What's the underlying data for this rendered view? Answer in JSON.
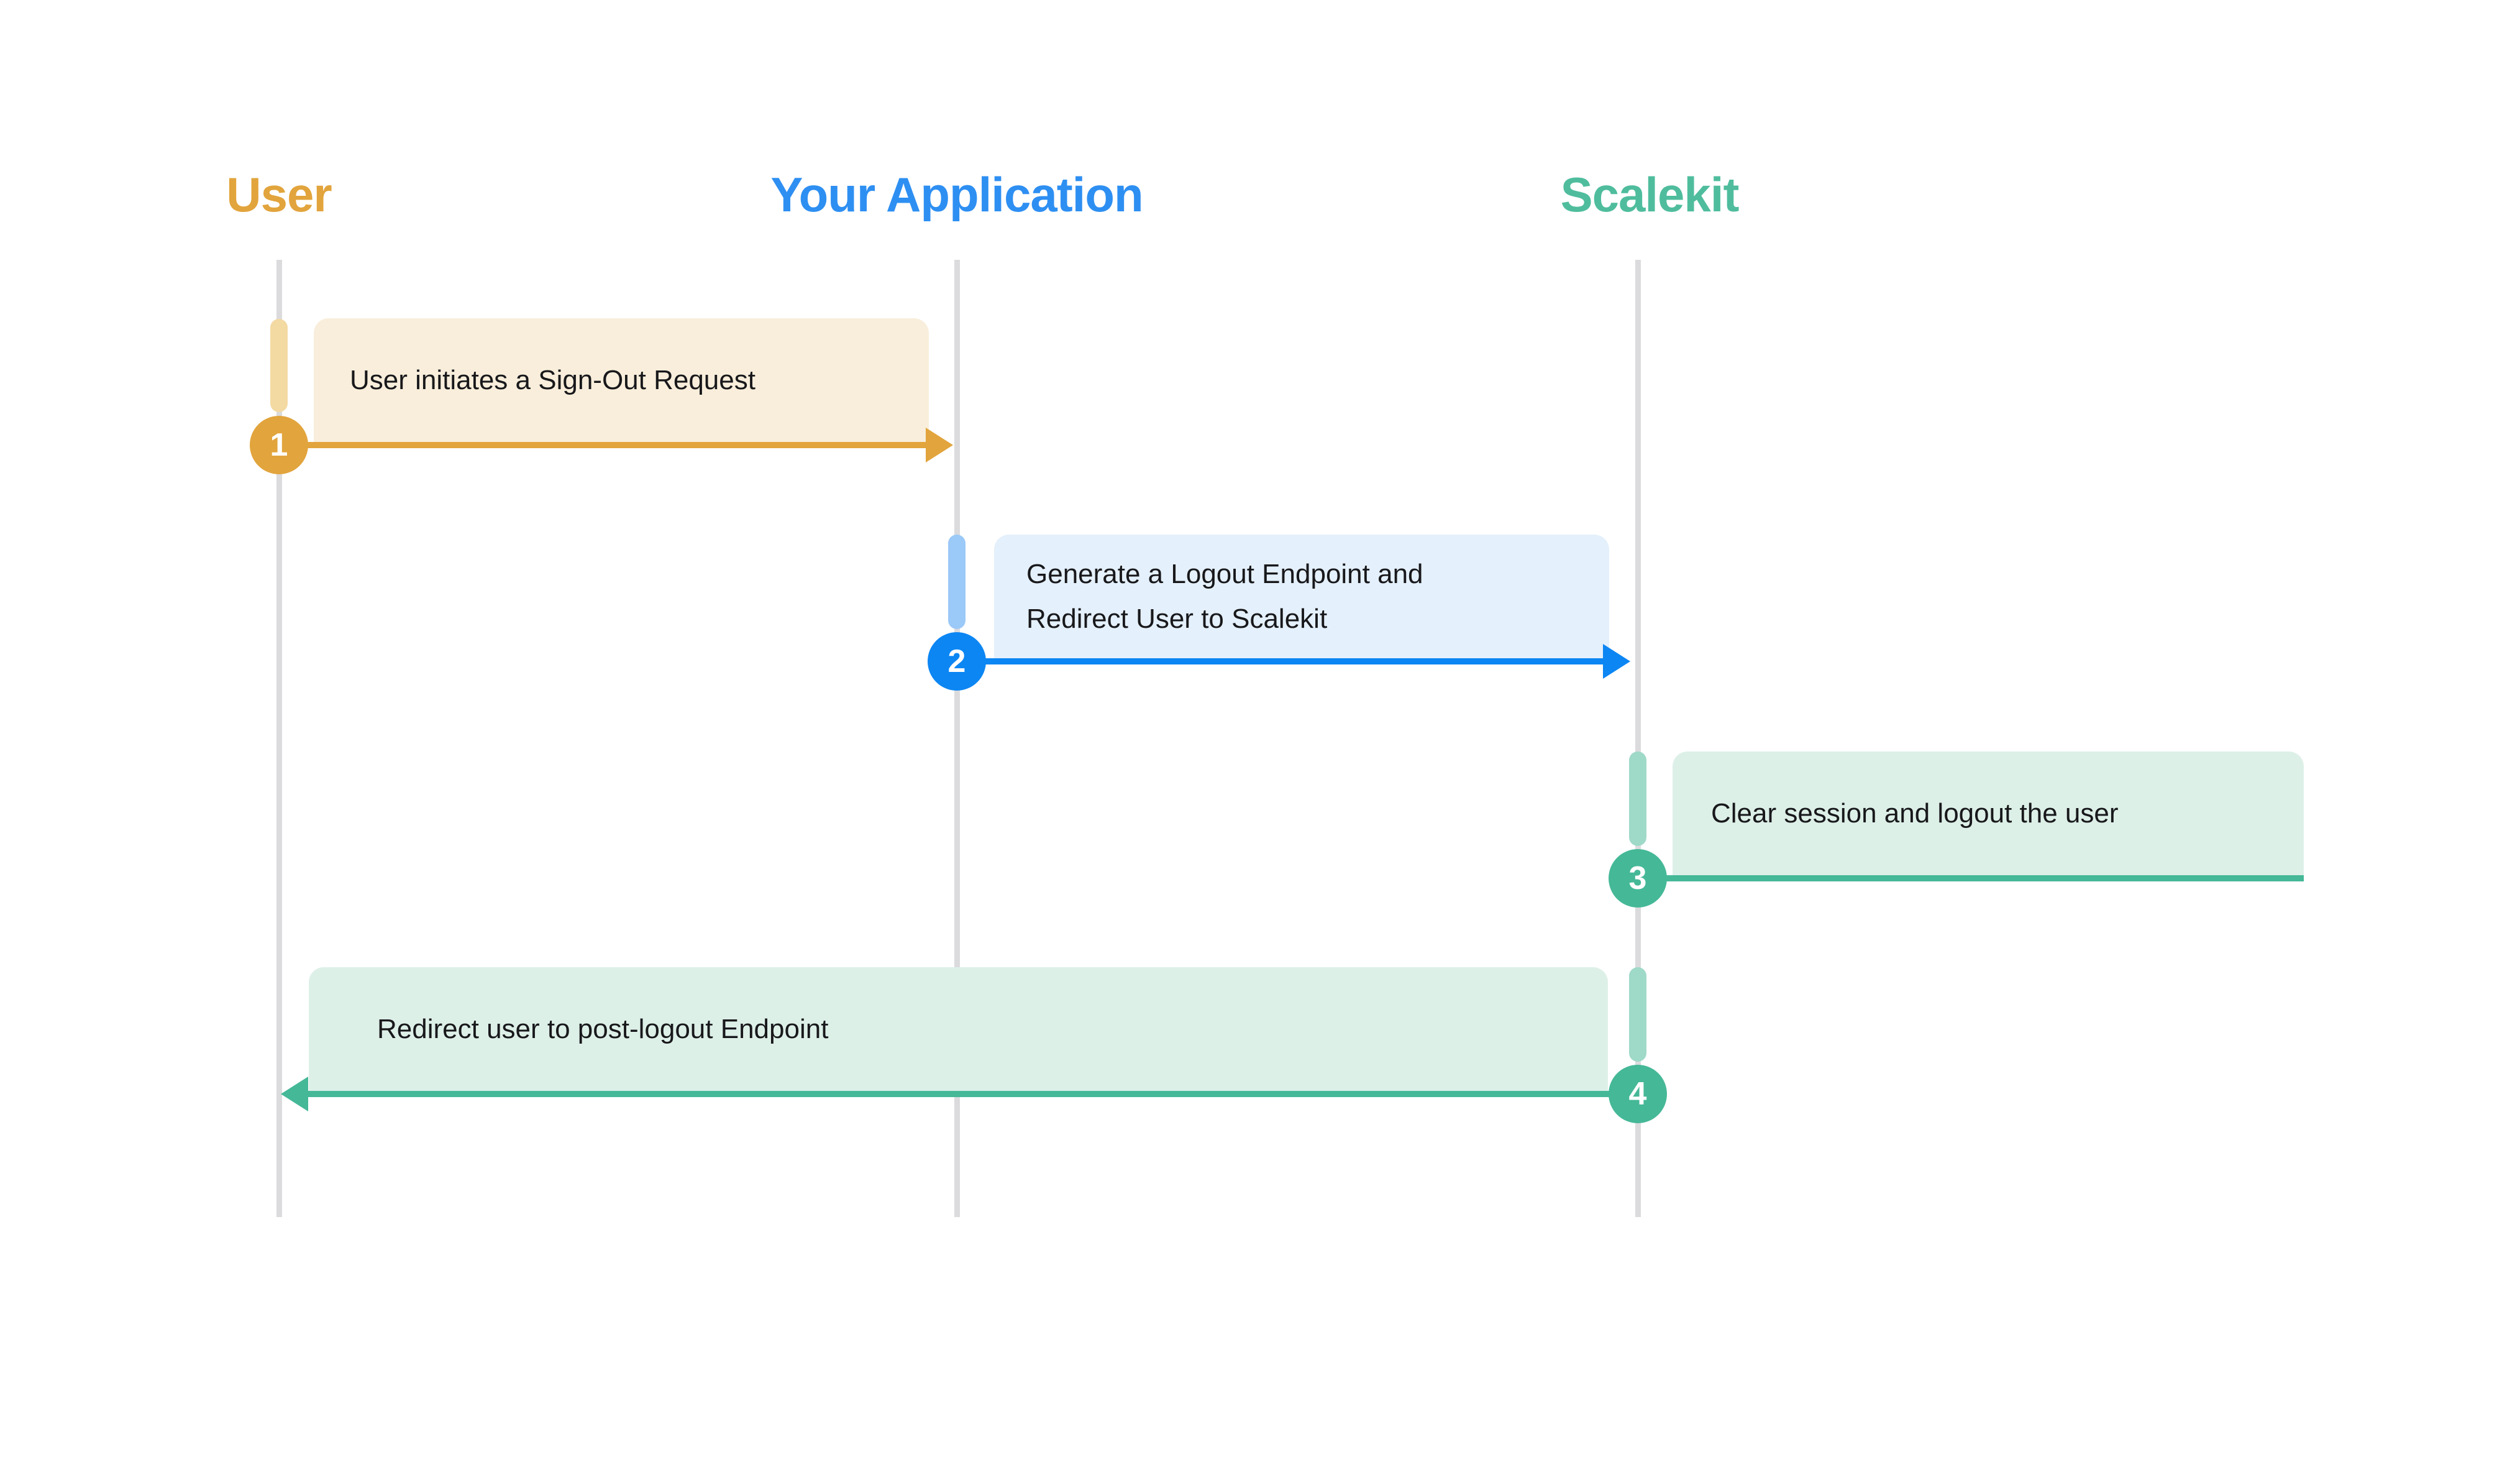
{
  "diagram": {
    "type": "sequence",
    "background_color": "#FFFFFF",
    "lifeline_color": "#DBDBDD",
    "text_color": "#18181B",
    "actors": [
      {
        "name": "User",
        "color": "#E2A43C"
      },
      {
        "name": "Your Application",
        "color": "#2E8FF2"
      },
      {
        "name": "Scalekit",
        "color": "#4FBD9D"
      }
    ],
    "steps": [
      {
        "number": "1",
        "from": "User",
        "to": "Your Application",
        "direction": "right",
        "label": "User initiates a Sign-Out Request",
        "accent_color": "#E2A43C",
        "bar_color": "#F3D9A2",
        "box_color": "#F8EEDB"
      },
      {
        "number": "2",
        "from": "Your Application",
        "to": "Scalekit",
        "direction": "right",
        "label_line1": "Generate a Logout Endpoint and",
        "label_line2": "Redirect User to Scalekit",
        "accent_color": "#0C86F3",
        "bar_color": "#9BC9F8",
        "box_color": "#E4F0FB"
      },
      {
        "number": "3",
        "from": "Scalekit",
        "to": "Scalekit",
        "direction": "none",
        "label": "Clear session and logout the user",
        "accent_color": "#45B897",
        "bar_color": "#9FD9C8",
        "box_color": "#DDF0E8"
      },
      {
        "number": "4",
        "from": "Scalekit",
        "to": "User",
        "direction": "left",
        "label": "Redirect user to post-logout Endpoint",
        "accent_color": "#45B897",
        "bar_color": "#9FD9C8",
        "box_color": "#DDF0E8"
      }
    ]
  }
}
